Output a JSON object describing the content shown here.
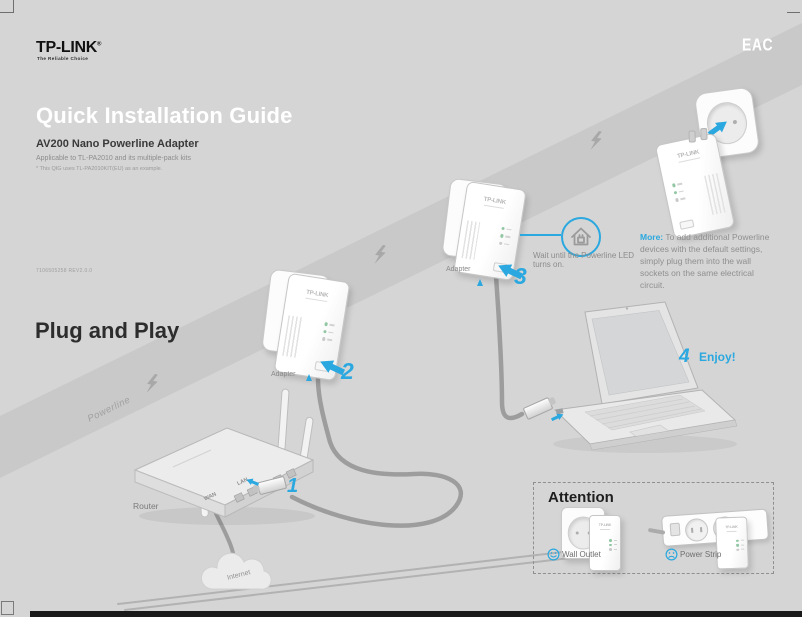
{
  "colors": {
    "accent": "#2aa8df",
    "background": "#d5d5d5",
    "band": "#c9c9c9",
    "led_on_green": "#92c7a3",
    "title_white": "#ffffff",
    "text_dark": "#2d2d2d",
    "text_gray": "#8f8f8f"
  },
  "header": {
    "logo": "TP-LINK",
    "logo_reg": "®",
    "logo_tagline": "The Reliable Choice",
    "eac": "EAC",
    "title": "Quick Installation Guide",
    "product": "AV200 Nano Powerline Adapter",
    "applicable": "Applicable to TL-PA2010 and its multiple-pack kits",
    "example_note": "* This QIG uses TL-PA2010KIT(EU) as an example.",
    "doc_code": "7106505258  REV2.0.0"
  },
  "section": {
    "title": "Plug and Play",
    "band_label": "Powerline"
  },
  "steps": {
    "one": "1",
    "two": "2",
    "three": "3",
    "four": "4",
    "enjoy": "Enjoy!",
    "wait_note": "Wait until the Powerline LED turns on."
  },
  "more": {
    "prefix": "More:",
    "body": " To add additional Powerline devices with the default settings, simply plug them into the wall sockets on the same electrical circuit."
  },
  "labels": {
    "router": "Router",
    "adapter": "Adapter",
    "internet": "Internet",
    "wan": "WAN",
    "lan": "LAN",
    "brand": "TP-LINK"
  },
  "attention": {
    "title": "Attention",
    "wall_outlet": "Wall Outlet",
    "power_strip": "Power Strip"
  }
}
